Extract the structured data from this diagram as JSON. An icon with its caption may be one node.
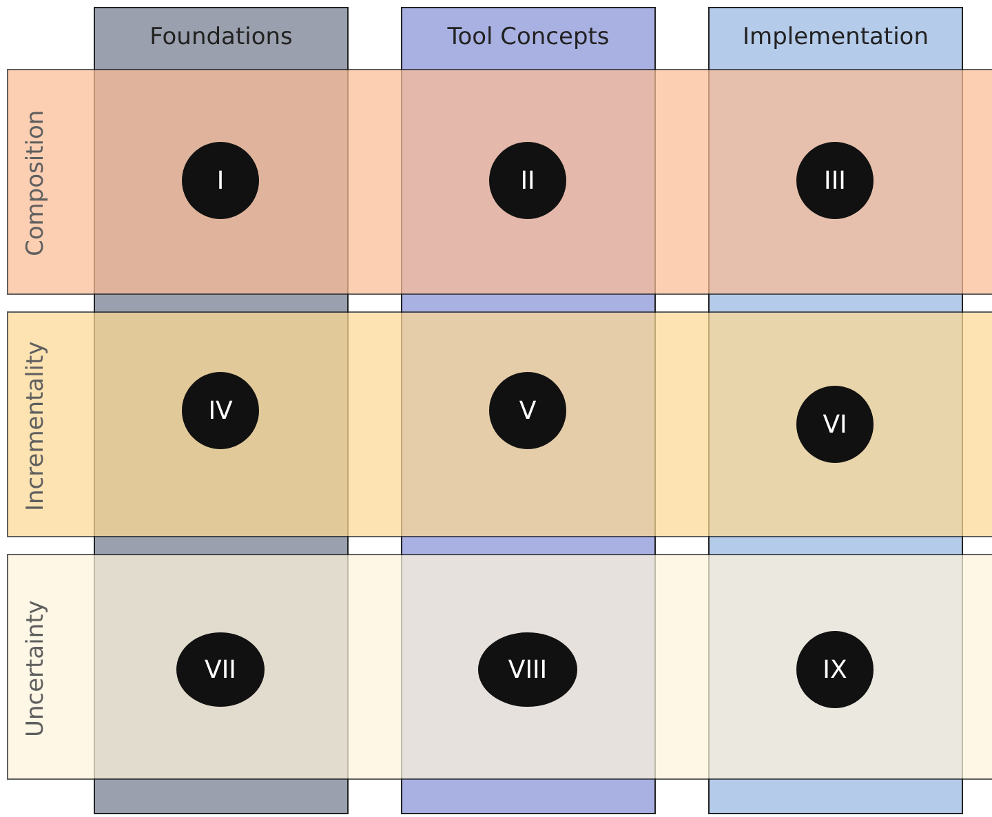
{
  "diagram": {
    "nodes": [
      {
        "text": [
          "Foundations"
        ]
      },
      {
        "text": [
          "Tool Concepts"
        ]
      },
      {
        "text": [
          "Implementation"
        ]
      },
      {
        "text": [
          "Composition"
        ]
      },
      {
        "text": [
          "Incrementality"
        ]
      },
      {
        "text": [
          "Uncertainty"
        ]
      },
      {
        "text": [
          "I"
        ]
      },
      {
        "text": [
          "II"
        ]
      },
      {
        "text": [
          "III"
        ]
      },
      {
        "text": [
          "IV"
        ]
      },
      {
        "text": [
          "V"
        ]
      },
      {
        "text": [
          "VI"
        ]
      },
      {
        "text": [
          "VII"
        ]
      },
      {
        "text": [
          "VIII"
        ]
      },
      {
        "text": [
          "IX"
        ]
      }
    ],
    "edges": []
  }
}
